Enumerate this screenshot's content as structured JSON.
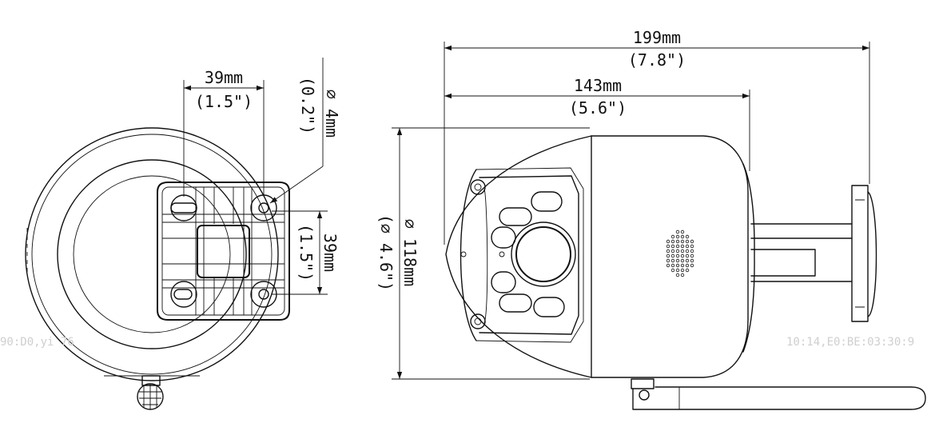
{
  "dimensions": {
    "width_total": {
      "metric": "199mm",
      "imperial": "(7.8\")"
    },
    "width_body": {
      "metric": "143mm",
      "imperial": "(5.6\")"
    },
    "diameter": {
      "metric": "∅ 118mm",
      "imperial": "(∅ 4.6\")"
    },
    "hole_spacing_h": {
      "metric": "39mm",
      "imperial": "(1.5\")"
    },
    "hole_spacing_v": {
      "metric": "39mm",
      "imperial": "(1.5\")"
    },
    "hole_diameter": {
      "metric": "∅ 4mm",
      "imperial": "(0.2\")"
    }
  },
  "watermarks": {
    "left": "90:D0,yi 76",
    "right": "10:14,E0:BE:03:30:9"
  }
}
